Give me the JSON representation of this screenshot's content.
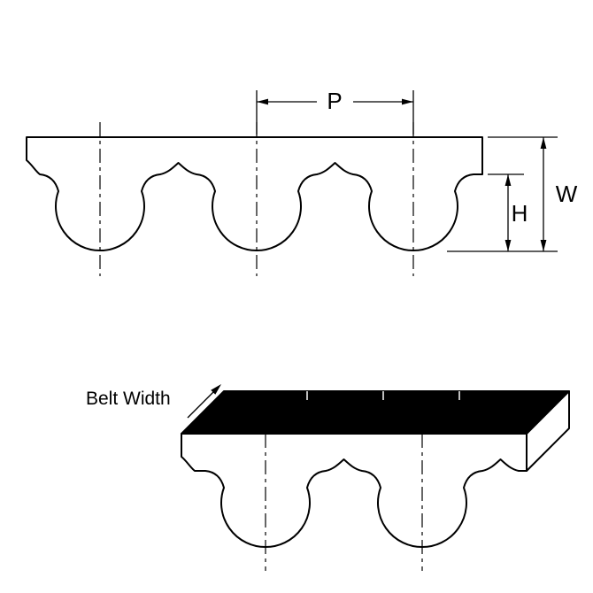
{
  "diagram": {
    "labels": {
      "pitch": "P",
      "belt_thickness": "W",
      "tooth_height": "H",
      "belt_width": "Belt Width"
    },
    "colors": {
      "line": "#000000",
      "background": "#ffffff",
      "profile_fill": "#ffffff",
      "top_face_fill": "#000000"
    }
  }
}
